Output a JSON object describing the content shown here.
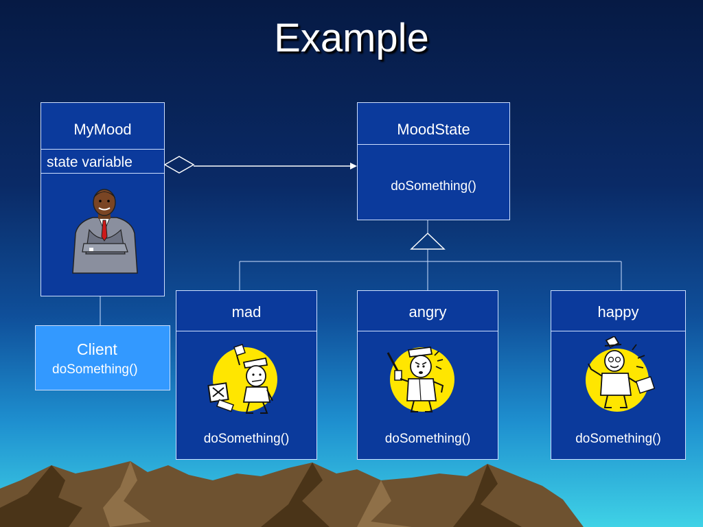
{
  "slide": {
    "title": "Example"
  },
  "mymood": {
    "name": "MyMood",
    "attribute": "state variable",
    "icon": "businessman-icon"
  },
  "moodstate": {
    "name": "MoodState",
    "method": "doSomething()"
  },
  "client": {
    "name": "Client",
    "method": "doSomething()"
  },
  "states": [
    {
      "name": "mad",
      "method": "doSomething()",
      "icon": "mad-person-icon"
    },
    {
      "name": "angry",
      "method": "doSomething()",
      "icon": "angry-person-icon"
    },
    {
      "name": "happy",
      "method": "doSomething()",
      "icon": "happy-person-icon"
    }
  ],
  "colors": {
    "box": "#0b3a9c",
    "client": "#3399ff",
    "icon_circle": "#ffe600",
    "mountain": "#6e5230"
  }
}
